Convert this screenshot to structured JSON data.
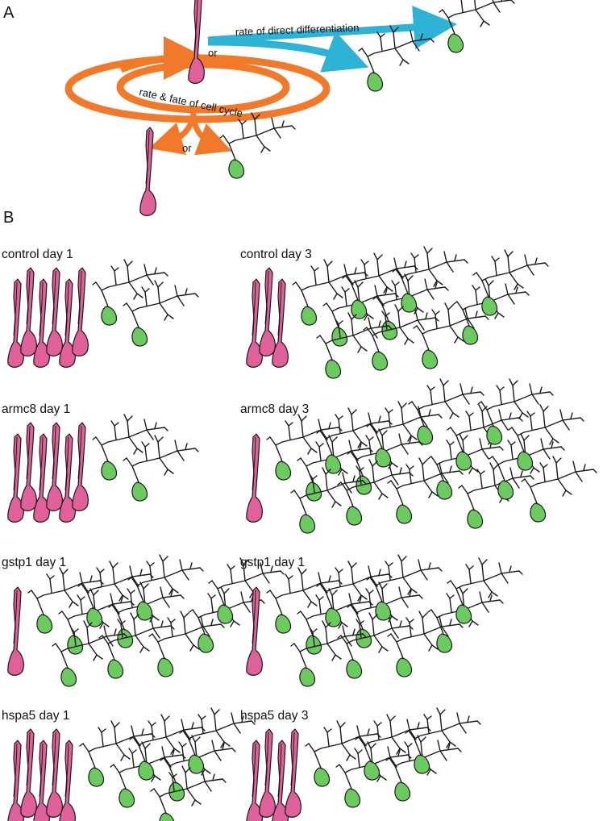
{
  "panels": {
    "a": {
      "letter": "A",
      "direct_label": "rate of direct differentiation",
      "cycle_label": "rate & fate of cell cycle",
      "or_label": "or"
    },
    "b": {
      "letter": "B",
      "groups": [
        {
          "label": "control day 1",
          "progenitors": 6,
          "neurons": 2
        },
        {
          "label": "control day 3",
          "progenitors": 3,
          "neurons": 10
        },
        {
          "label": "armc8 day 1",
          "progenitors": 6,
          "neurons": 2
        },
        {
          "label": "armc8 day 3",
          "progenitors": 1,
          "neurons": 16
        },
        {
          "label": "gstp1 day 1",
          "progenitors": 1,
          "neurons": 10
        },
        {
          "label": "gstp1 day 1",
          "progenitors": 1,
          "neurons": 10
        },
        {
          "label": "hspa5 day 1",
          "progenitors": 5,
          "neurons": 6
        },
        {
          "label": "hspa5 day 3",
          "progenitors": 4,
          "neurons": 5
        }
      ]
    }
  },
  "colors": {
    "progenitor_fill": "#e0609a",
    "neuron_fill": "#6ccb5f",
    "cycle_arrow": "#f07a2a",
    "direct_arrow": "#2eb2d6",
    "outline": "#1a1a1a"
  }
}
